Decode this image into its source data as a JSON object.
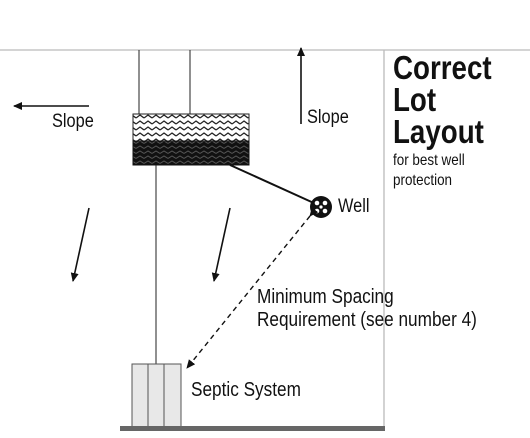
{
  "title": {
    "line1": "Correct",
    "line2": "Lot Layout",
    "subtitle_line1": "for best well",
    "subtitle_line2": "protection"
  },
  "labels": {
    "slope_left": "Slope",
    "slope_top": "Slope",
    "well": "Well",
    "spacing_line1": "Minimum Spacing",
    "spacing_line2": "Requirement (see number 4)",
    "septic": "Septic System"
  }
}
